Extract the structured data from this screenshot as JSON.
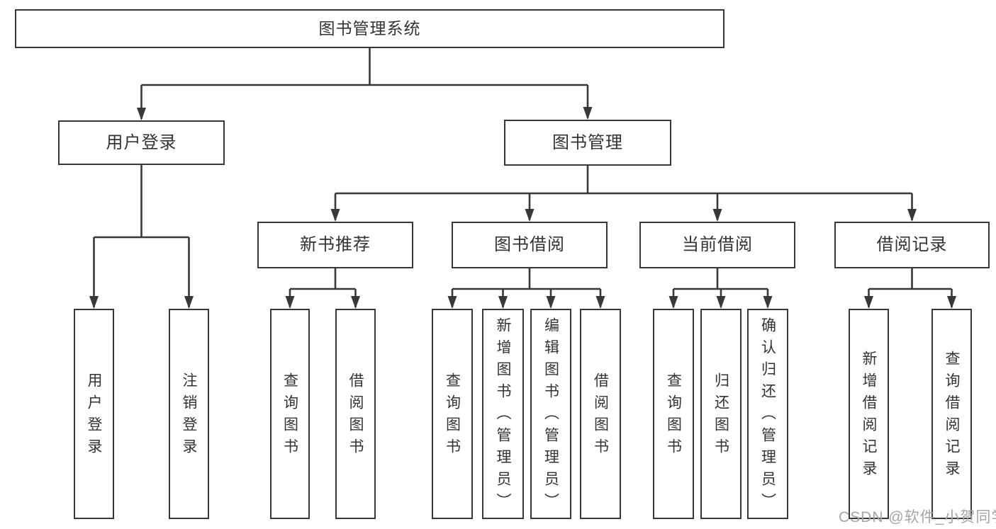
{
  "diagram": {
    "root": {
      "label": "图书管理系统",
      "children": [
        {
          "label": "用户登录",
          "children": [
            {
              "label": "用户登录"
            },
            {
              "label": "注销登录"
            }
          ]
        },
        {
          "label": "图书管理",
          "children": [
            {
              "label": "新书推荐",
              "children": [
                {
                  "label": "查询图书"
                },
                {
                  "label": "借阅图书"
                }
              ]
            },
            {
              "label": "图书借阅",
              "children": [
                {
                  "label": "查询图书"
                },
                {
                  "label": "新增图书（管理员）"
                },
                {
                  "label": "编辑图书（管理员）"
                },
                {
                  "label": "借阅图书"
                }
              ]
            },
            {
              "label": "当前借阅",
              "children": [
                {
                  "label": "查询图书"
                },
                {
                  "label": "归还图书"
                },
                {
                  "label": "确认归还（管理员）"
                }
              ]
            },
            {
              "label": "借阅记录",
              "children": [
                {
                  "label": "新增借阅记录"
                },
                {
                  "label": "查询借阅记录"
                }
              ]
            }
          ]
        }
      ]
    }
  },
  "watermark": {
    "text": "CSDN @软件_小贺同学"
  },
  "colors": {
    "line_color": "#383838",
    "text_color": "#333333",
    "box_fill": "#ffffff",
    "bg_color": "#ffffff",
    "watermark_color": "#a5a5a5"
  }
}
